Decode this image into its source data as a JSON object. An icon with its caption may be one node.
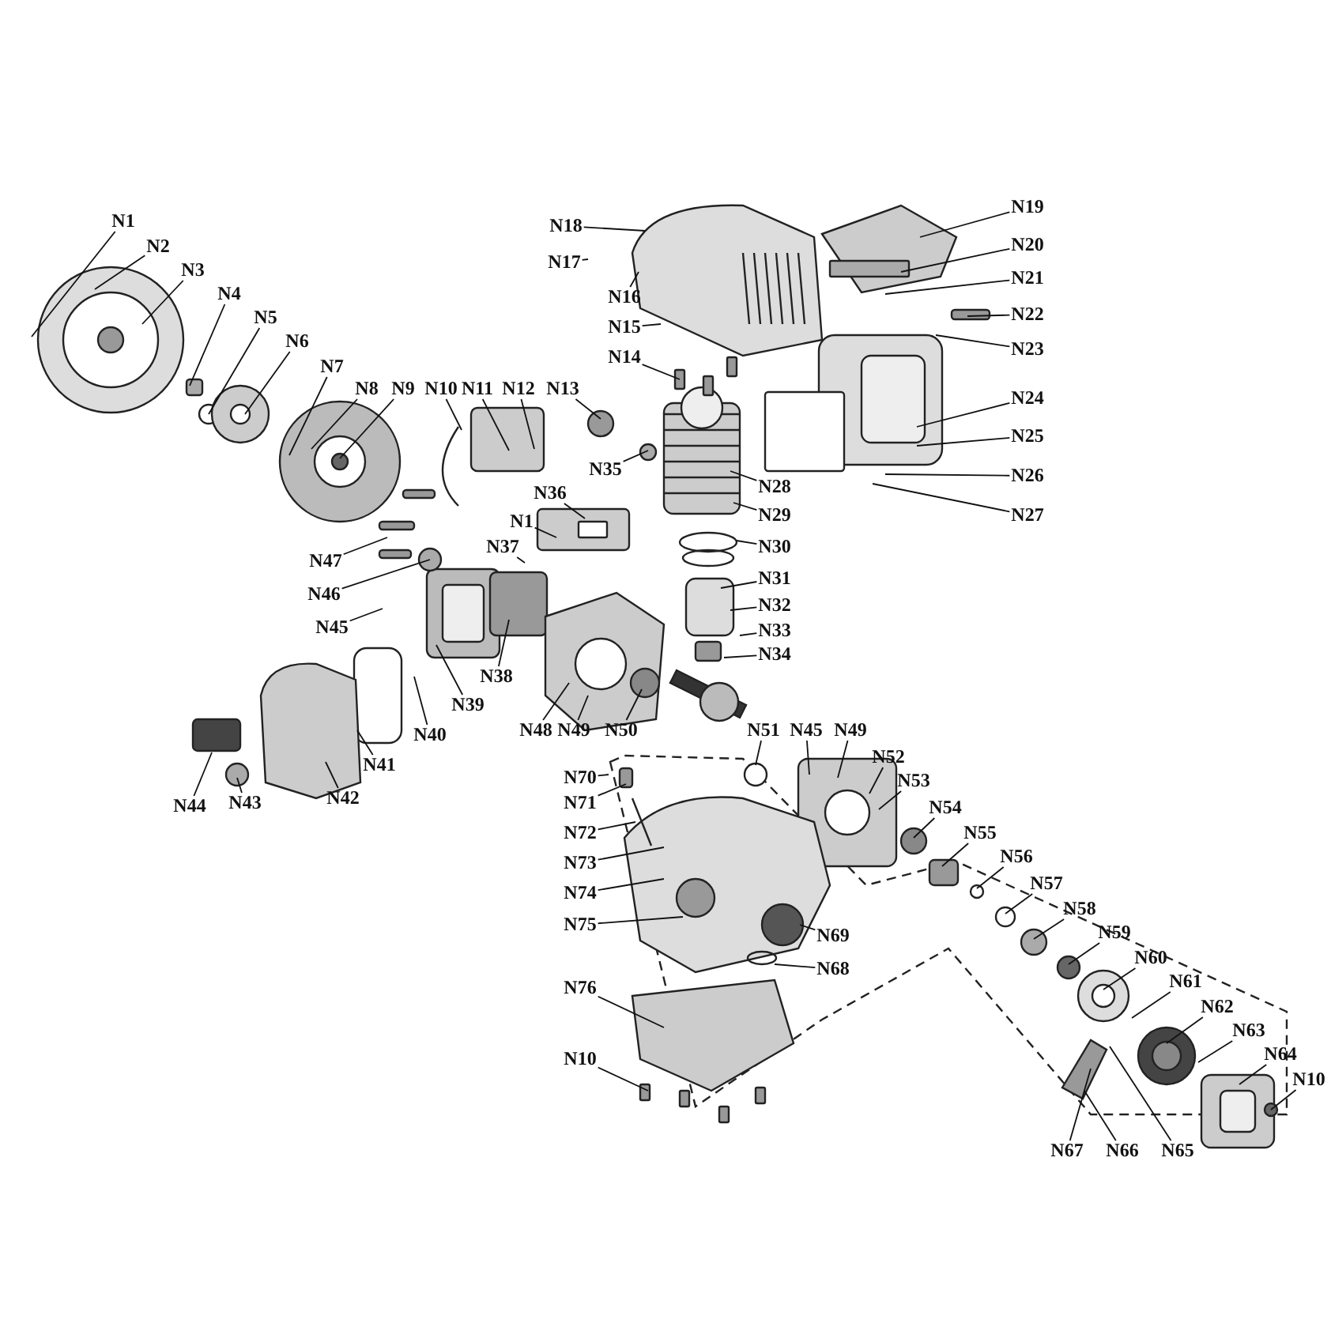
{
  "diagram": {
    "nodes": [
      {
        "text": [
          "N1"
        ]
      },
      {
        "text": [
          "N2"
        ]
      },
      {
        "text": [
          "N3"
        ]
      },
      {
        "text": [
          "N4"
        ]
      },
      {
        "text": [
          "N5"
        ]
      },
      {
        "text": [
          "N6"
        ]
      },
      {
        "text": [
          "N7"
        ]
      },
      {
        "text": [
          "N8"
        ]
      },
      {
        "text": [
          "N9"
        ]
      },
      {
        "text": [
          "N10"
        ]
      },
      {
        "text": [
          "N11"
        ]
      },
      {
        "text": [
          "N12"
        ]
      },
      {
        "text": [
          "N13"
        ]
      },
      {
        "text": [
          "N18"
        ]
      },
      {
        "text": [
          "N17"
        ]
      },
      {
        "text": [
          "N16"
        ]
      },
      {
        "text": [
          "N15"
        ]
      },
      {
        "text": [
          "N14"
        ]
      },
      {
        "text": [
          "N19"
        ]
      },
      {
        "text": [
          "N20"
        ]
      },
      {
        "text": [
          "N21"
        ]
      },
      {
        "text": [
          "N22"
        ]
      },
      {
        "text": [
          "N23"
        ]
      },
      {
        "text": [
          "N24"
        ]
      },
      {
        "text": [
          "N25"
        ]
      },
      {
        "text": [
          "N26"
        ]
      },
      {
        "text": [
          "N27"
        ]
      },
      {
        "text": [
          "N35"
        ]
      },
      {
        "text": [
          "N36"
        ]
      },
      {
        "text": [
          "N1"
        ]
      },
      {
        "text": [
          "N37"
        ]
      },
      {
        "text": [
          "N28"
        ]
      },
      {
        "text": [
          "N29"
        ]
      },
      {
        "text": [
          "N30"
        ]
      },
      {
        "text": [
          "N31"
        ]
      },
      {
        "text": [
          "N32"
        ]
      },
      {
        "text": [
          "N33"
        ]
      },
      {
        "text": [
          "N34"
        ]
      },
      {
        "text": [
          "N47"
        ]
      },
      {
        "text": [
          "N46"
        ]
      },
      {
        "text": [
          "N45"
        ]
      },
      {
        "text": [
          "N38"
        ]
      },
      {
        "text": [
          "N39"
        ]
      },
      {
        "text": [
          "N40"
        ]
      },
      {
        "text": [
          "N41"
        ]
      },
      {
        "text": [
          "N42"
        ]
      },
      {
        "text": [
          "N43"
        ]
      },
      {
        "text": [
          "N44"
        ]
      },
      {
        "text": [
          "N48"
        ]
      },
      {
        "text": [
          "N49"
        ]
      },
      {
        "text": [
          "N50"
        ]
      },
      {
        "text": [
          "N51"
        ]
      },
      {
        "text": [
          "N45"
        ]
      },
      {
        "text": [
          "N49"
        ]
      },
      {
        "text": [
          "N52"
        ]
      },
      {
        "text": [
          "N53"
        ]
      },
      {
        "text": [
          "N54"
        ]
      },
      {
        "text": [
          "N55"
        ]
      },
      {
        "text": [
          "N56"
        ]
      },
      {
        "text": [
          "N57"
        ]
      },
      {
        "text": [
          "N58"
        ]
      },
      {
        "text": [
          "N59"
        ]
      },
      {
        "text": [
          "N60"
        ]
      },
      {
        "text": [
          "N61"
        ]
      },
      {
        "text": [
          "N62"
        ]
      },
      {
        "text": [
          "N63"
        ]
      },
      {
        "text": [
          "N64"
        ]
      },
      {
        "text": [
          "N10"
        ]
      },
      {
        "text": [
          "N70"
        ]
      },
      {
        "text": [
          "N71"
        ]
      },
      {
        "text": [
          "N72"
        ]
      },
      {
        "text": [
          "N73"
        ]
      },
      {
        "text": [
          "N74"
        ]
      },
      {
        "text": [
          "N75"
        ]
      },
      {
        "text": [
          "N69"
        ]
      },
      {
        "text": [
          "N68"
        ]
      },
      {
        "text": [
          "N76"
        ]
      },
      {
        "text": [
          "N10"
        ]
      },
      {
        "text": [
          "N67"
        ]
      },
      {
        "text": [
          "N66"
        ]
      },
      {
        "text": [
          "N65"
        ]
      }
    ],
    "edges": [
      {
        "from": 0,
        "to": null,
        "arrow": "none"
      },
      {
        "from": 1,
        "to": null,
        "arrow": "none"
      },
      {
        "from": 2,
        "to": null,
        "arrow": "none"
      },
      {
        "from": 3,
        "to": null,
        "arrow": "none"
      },
      {
        "from": 4,
        "to": null,
        "arrow": "none"
      },
      {
        "from": 5,
        "to": null,
        "arrow": "none"
      },
      {
        "from": 6,
        "to": null,
        "arrow": "none"
      },
      {
        "from": 7,
        "to": null,
        "arrow": "none"
      },
      {
        "from": 8,
        "to": null,
        "arrow": "none"
      },
      {
        "from": 9,
        "to": null,
        "arrow": "none"
      },
      {
        "from": 10,
        "to": null,
        "arrow": "none"
      },
      {
        "from": 11,
        "to": null,
        "arrow": "none"
      },
      {
        "from": 12,
        "to": null,
        "arrow": "none"
      },
      {
        "from": 13,
        "to": null,
        "arrow": "none"
      },
      {
        "from": 14,
        "to": null,
        "arrow": "none"
      },
      {
        "from": 15,
        "to": null,
        "arrow": "none"
      },
      {
        "from": 16,
        "to": null,
        "arrow": "none"
      },
      {
        "from": 17,
        "to": null,
        "arrow": "none"
      },
      {
        "from": 18,
        "to": null,
        "arrow": "none"
      },
      {
        "from": 19,
        "to": null,
        "arrow": "none"
      },
      {
        "from": 20,
        "to": null,
        "arrow": "none"
      },
      {
        "from": 21,
        "to": null,
        "arrow": "none"
      },
      {
        "from": 22,
        "to": null,
        "arrow": "none"
      },
      {
        "from": 23,
        "to": null,
        "arrow": "none"
      },
      {
        "from": 24,
        "to": null,
        "arrow": "none"
      },
      {
        "from": 25,
        "to": null,
        "arrow": "none"
      },
      {
        "from": 26,
        "to": null,
        "arrow": "none"
      },
      {
        "from": 27,
        "to": null,
        "arrow": "none"
      },
      {
        "from": 28,
        "to": null,
        "arrow": "none"
      },
      {
        "from": 29,
        "to": null,
        "arrow": "none"
      },
      {
        "from": 30,
        "to": null,
        "arrow": "none"
      },
      {
        "from": 31,
        "to": null,
        "arrow": "none"
      },
      {
        "from": 32,
        "to": null,
        "arrow": "none"
      },
      {
        "from": 33,
        "to": null,
        "arrow": "none"
      },
      {
        "from": 34,
        "to": null,
        "arrow": "none"
      },
      {
        "from": 35,
        "to": null,
        "arrow": "none"
      },
      {
        "from": 36,
        "to": null,
        "arrow": "none"
      },
      {
        "from": 37,
        "to": null,
        "arrow": "none"
      },
      {
        "from": 38,
        "to": null,
        "arrow": "none"
      },
      {
        "from": 39,
        "to": null,
        "arrow": "none"
      },
      {
        "from": 40,
        "to": null,
        "arrow": "none"
      },
      {
        "from": 41,
        "to": null,
        "arrow": "none"
      },
      {
        "from": 42,
        "to": null,
        "arrow": "none"
      },
      {
        "from": 43,
        "to": null,
        "arrow": "none"
      },
      {
        "from": 44,
        "to": null,
        "arrow": "none"
      },
      {
        "from": 45,
        "to": null,
        "arrow": "none"
      },
      {
        "from": 46,
        "to": null,
        "arrow": "none"
      },
      {
        "from": 47,
        "to": null,
        "arrow": "none"
      },
      {
        "from": 48,
        "to": null,
        "arrow": "none"
      },
      {
        "from": 49,
        "to": null,
        "arrow": "none"
      },
      {
        "from": 50,
        "to": null,
        "arrow": "none"
      },
      {
        "from": 51,
        "to": null,
        "arrow": "none"
      },
      {
        "from": 52,
        "to": null,
        "arrow": "none"
      },
      {
        "from": 53,
        "to": null,
        "arrow": "none"
      },
      {
        "from": 54,
        "to": null,
        "arrow": "none"
      },
      {
        "from": 55,
        "to": null,
        "arrow": "none"
      },
      {
        "from": 56,
        "to": null,
        "arrow": "none"
      },
      {
        "from": 57,
        "to": null,
        "arrow": "none"
      },
      {
        "from": 58,
        "to": null,
        "arrow": "none"
      },
      {
        "from": 59,
        "to": null,
        "arrow": "none"
      },
      {
        "from": 60,
        "to": null,
        "arrow": "none"
      },
      {
        "from": 61,
        "to": null,
        "arrow": "none"
      },
      {
        "from": 62,
        "to": null,
        "arrow": "none"
      },
      {
        "from": 63,
        "to": null,
        "arrow": "none"
      },
      {
        "from": 64,
        "to": null,
        "arrow": "none"
      },
      {
        "from": 65,
        "to": null,
        "arrow": "none"
      },
      {
        "from": 66,
        "to": null,
        "arrow": "none"
      },
      {
        "from": 67,
        "to": null,
        "arrow": "none"
      },
      {
        "from": 68,
        "to": null,
        "arrow": "none"
      },
      {
        "from": 69,
        "to": null,
        "arrow": "none"
      },
      {
        "from": 70,
        "to": null,
        "arrow": "none"
      },
      {
        "from": 71,
        "to": null,
        "arrow": "none"
      },
      {
        "from": 72,
        "to": null,
        "arrow": "none"
      },
      {
        "from": 73,
        "to": null,
        "arrow": "none"
      },
      {
        "from": 74,
        "to": null,
        "arrow": "none"
      },
      {
        "from": 75,
        "to": null,
        "arrow": "none"
      },
      {
        "from": 76,
        "to": null,
        "arrow": "none"
      },
      {
        "from": 77,
        "to": null,
        "arrow": "none"
      },
      {
        "from": 78,
        "to": null,
        "arrow": "none"
      },
      {
        "from": 79,
        "to": null,
        "arrow": "none"
      },
      {
        "from": 80,
        "to": null,
        "arrow": "none"
      }
    ]
  }
}
